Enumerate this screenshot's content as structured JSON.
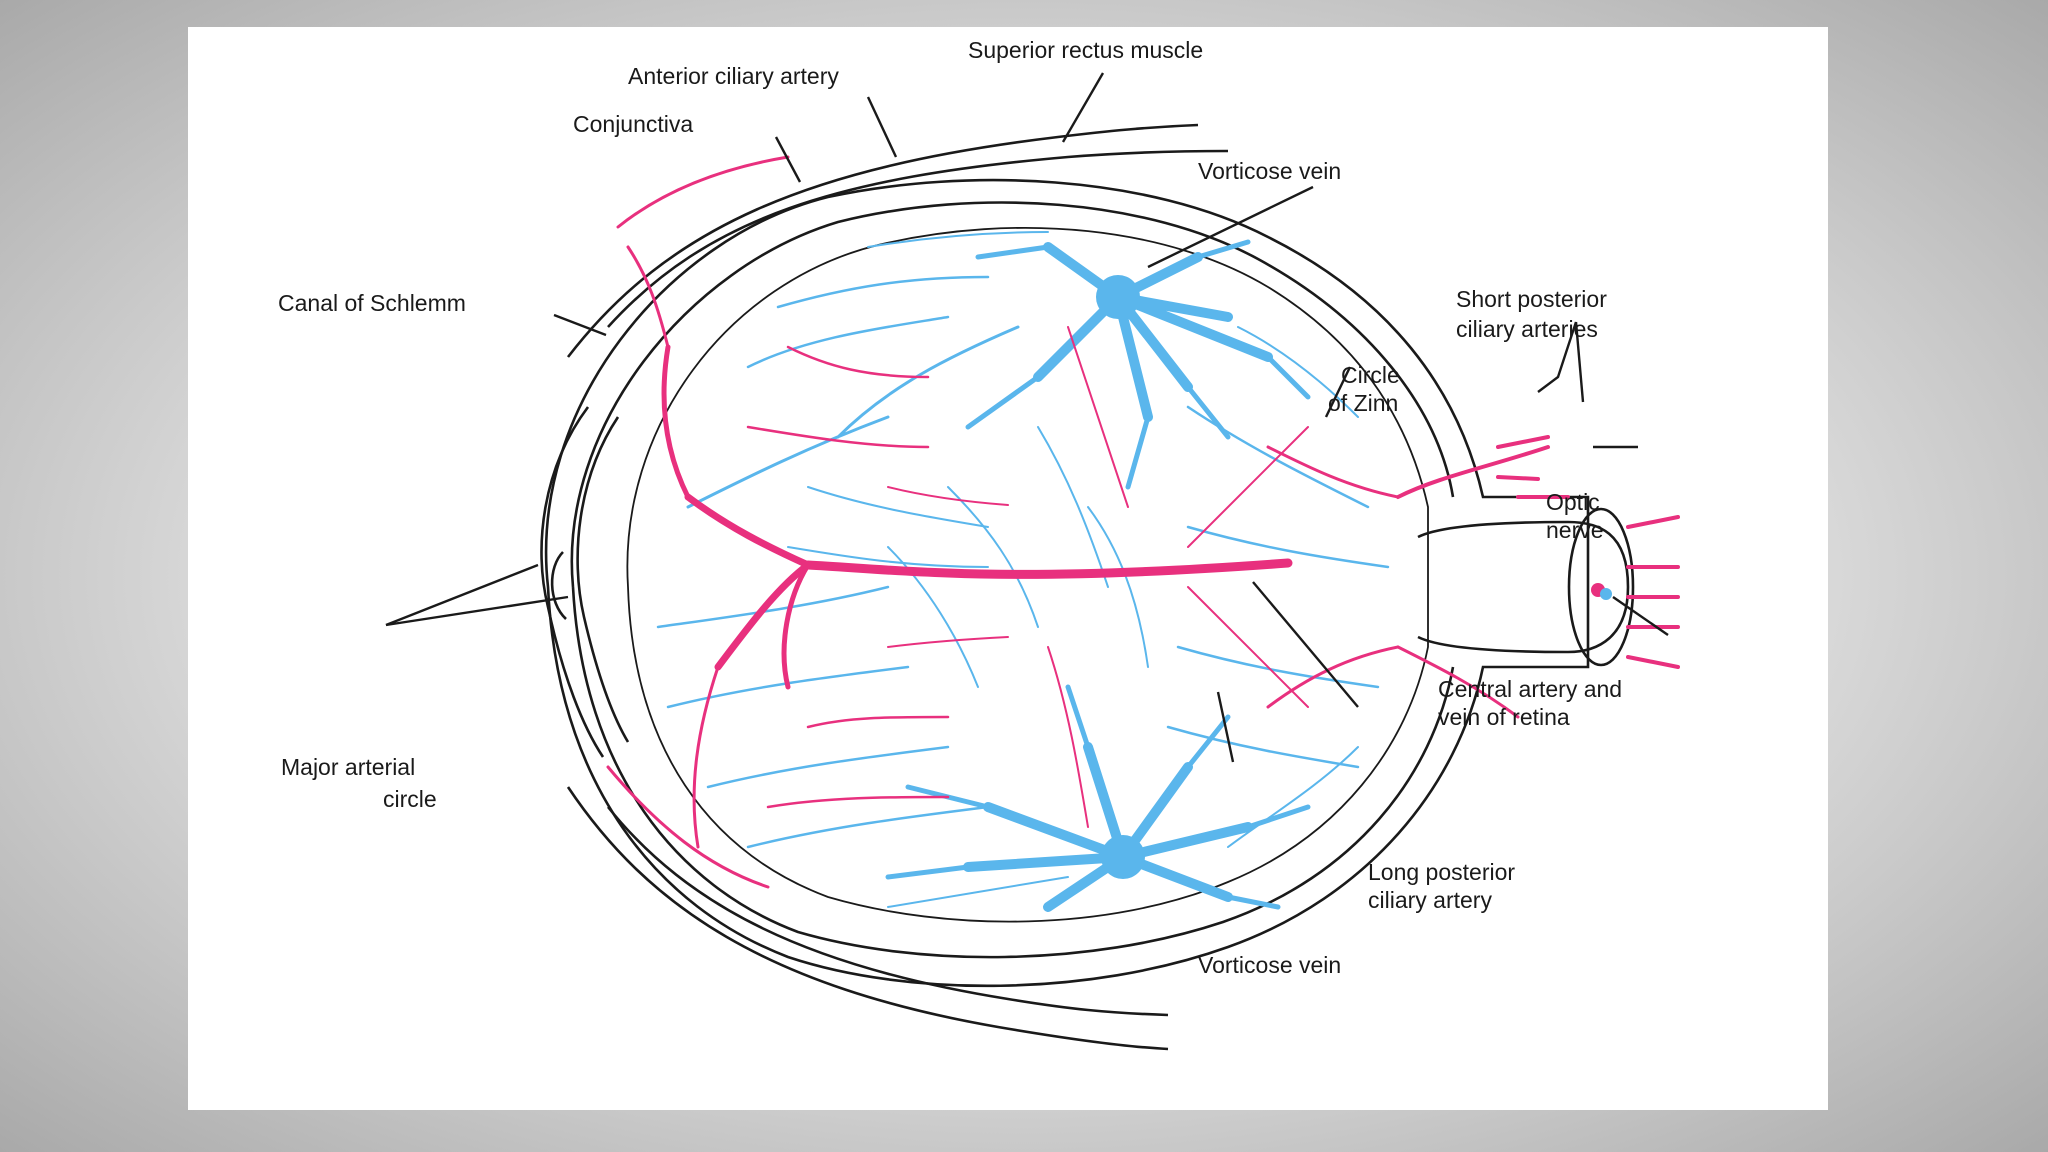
{
  "colors": {
    "artery": "#e8307e",
    "vein": "#5ab6ec",
    "outline": "#1a1a1a",
    "background": "#ffffff"
  },
  "labels": {
    "superior_rectus": "Superior rectus muscle",
    "anterior_ciliary": "Anterior ciliary artery",
    "conjunctiva": "Conjunctiva",
    "vorticose_top": "Vorticose vein",
    "canal_schlemm": "Canal of Schlemm",
    "short_posterior_1": "Short posterior",
    "short_posterior_2": "ciliary arteries",
    "circle_zinn_1": "Circle",
    "circle_zinn_2": "of Zinn",
    "optic_1": "Optic",
    "optic_2": "nerve",
    "central_1": "Central artery and",
    "central_2": "vein of retina",
    "major_arterial_1": "Major arterial",
    "major_arterial_2": "circle",
    "long_posterior_1": "Long posterior",
    "long_posterior_2": "ciliary artery",
    "vorticose_bottom": "Vorticose vein"
  }
}
